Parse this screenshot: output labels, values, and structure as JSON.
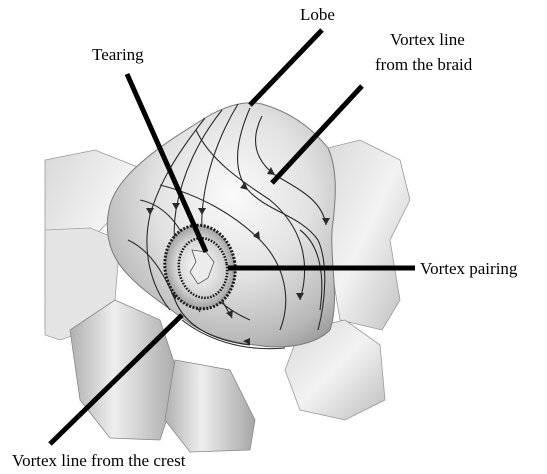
{
  "labels": {
    "lobe": "Lobe",
    "vortex_line_braid_1": "Vortex line",
    "vortex_line_braid_2": "from the braid",
    "tearing": "Tearing",
    "vortex_pairing": "Vortex pairing",
    "vortex_line_crest": "Vortex line from the crest"
  }
}
